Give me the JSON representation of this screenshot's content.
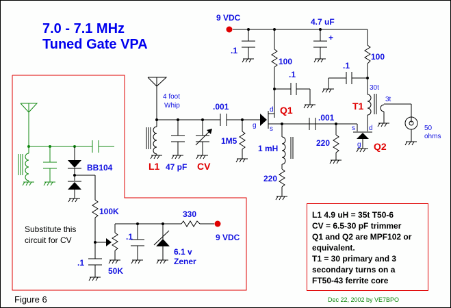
{
  "title": {
    "line1": "7.0 - 7.1 MHz",
    "line2": "Tuned Gate VPA"
  },
  "colors": {
    "title": "#0000ee",
    "component_label": "#1010e0",
    "reference_label": "#e00000",
    "alt_circuit": "#118811",
    "box_border": "#e00000",
    "power_dot": "#e00000"
  },
  "main_circuit": {
    "supply": "9 VDC",
    "supply_bypass_cap": ".1",
    "q1_drain_resistor": "100",
    "q1_drain_cap": ".1",
    "electrolytic": "4.7 uF",
    "electrolytic_polarity": "+",
    "t1_feed_resistor": "100",
    "t1_bypass_cap": ".1",
    "antenna": {
      "line1": "4 foot",
      "line2": "Whip"
    },
    "coupling_cap_1": ".001",
    "gate_resistor": "1M5",
    "l1": "L1",
    "c_47": "47 pF",
    "cv": "CV",
    "q1": {
      "ref": "Q1",
      "d": "d",
      "g": "g",
      "s": "s"
    },
    "source_choke": "1 mH",
    "source_resistor": "220",
    "coupling_cap_2": ".001",
    "q2_source_resistor": "220",
    "q2": {
      "ref": "Q2",
      "d": "d",
      "g": "g",
      "s": "s"
    },
    "t1": {
      "ref": "T1",
      "primary": "30t",
      "secondary": "3t"
    },
    "output": {
      "line1": "50",
      "line2": "ohms"
    }
  },
  "substitute_circuit": {
    "varactor": "BB104",
    "series_resistor": "100K",
    "cap_left": ".1",
    "pot": "50K",
    "cap_mid": ".1",
    "zener": {
      "line1": "6.1 v",
      "line2": "Zener"
    },
    "dropping_resistor": "330",
    "supply": "9 VDC",
    "caption": {
      "line1": "Substitute this",
      "line2": "circuit for CV"
    }
  },
  "notes": [
    "L1  4.9 uH =  35t T50-6",
    "CV = 6.5-30 pF trimmer",
    "Q1 and Q2  are MPF102 or",
    "equivalent.",
    "T1 = 30 primary and 3",
    "secondary turns on a",
    "FT50-43 ferrite core"
  ],
  "credit": "Dec 22, 2002 by VE7BPO",
  "figure_label": "Figure 6"
}
